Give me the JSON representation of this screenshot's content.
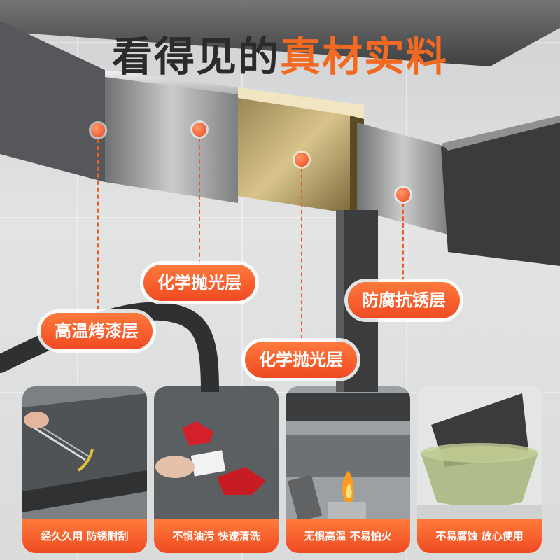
{
  "title": {
    "dark": "看得见的",
    "accent": "真材实料"
  },
  "callouts": [
    {
      "label": "化学抛光层"
    },
    {
      "label": "防腐抗锈层"
    },
    {
      "label": "高温烤漆层"
    },
    {
      "label": "化学抛光层"
    }
  ],
  "cards": [
    {
      "caption": "经久久用 防锈耐刮"
    },
    {
      "caption": "不惧油污 快速清洗"
    },
    {
      "caption": "无惧高温 不易怕火"
    },
    {
      "caption": "不易腐蚀 放心使用"
    }
  ],
  "colors": {
    "accent": "#f26a21",
    "title_dark": "#2b2b2b",
    "badge": "#f04a22"
  }
}
